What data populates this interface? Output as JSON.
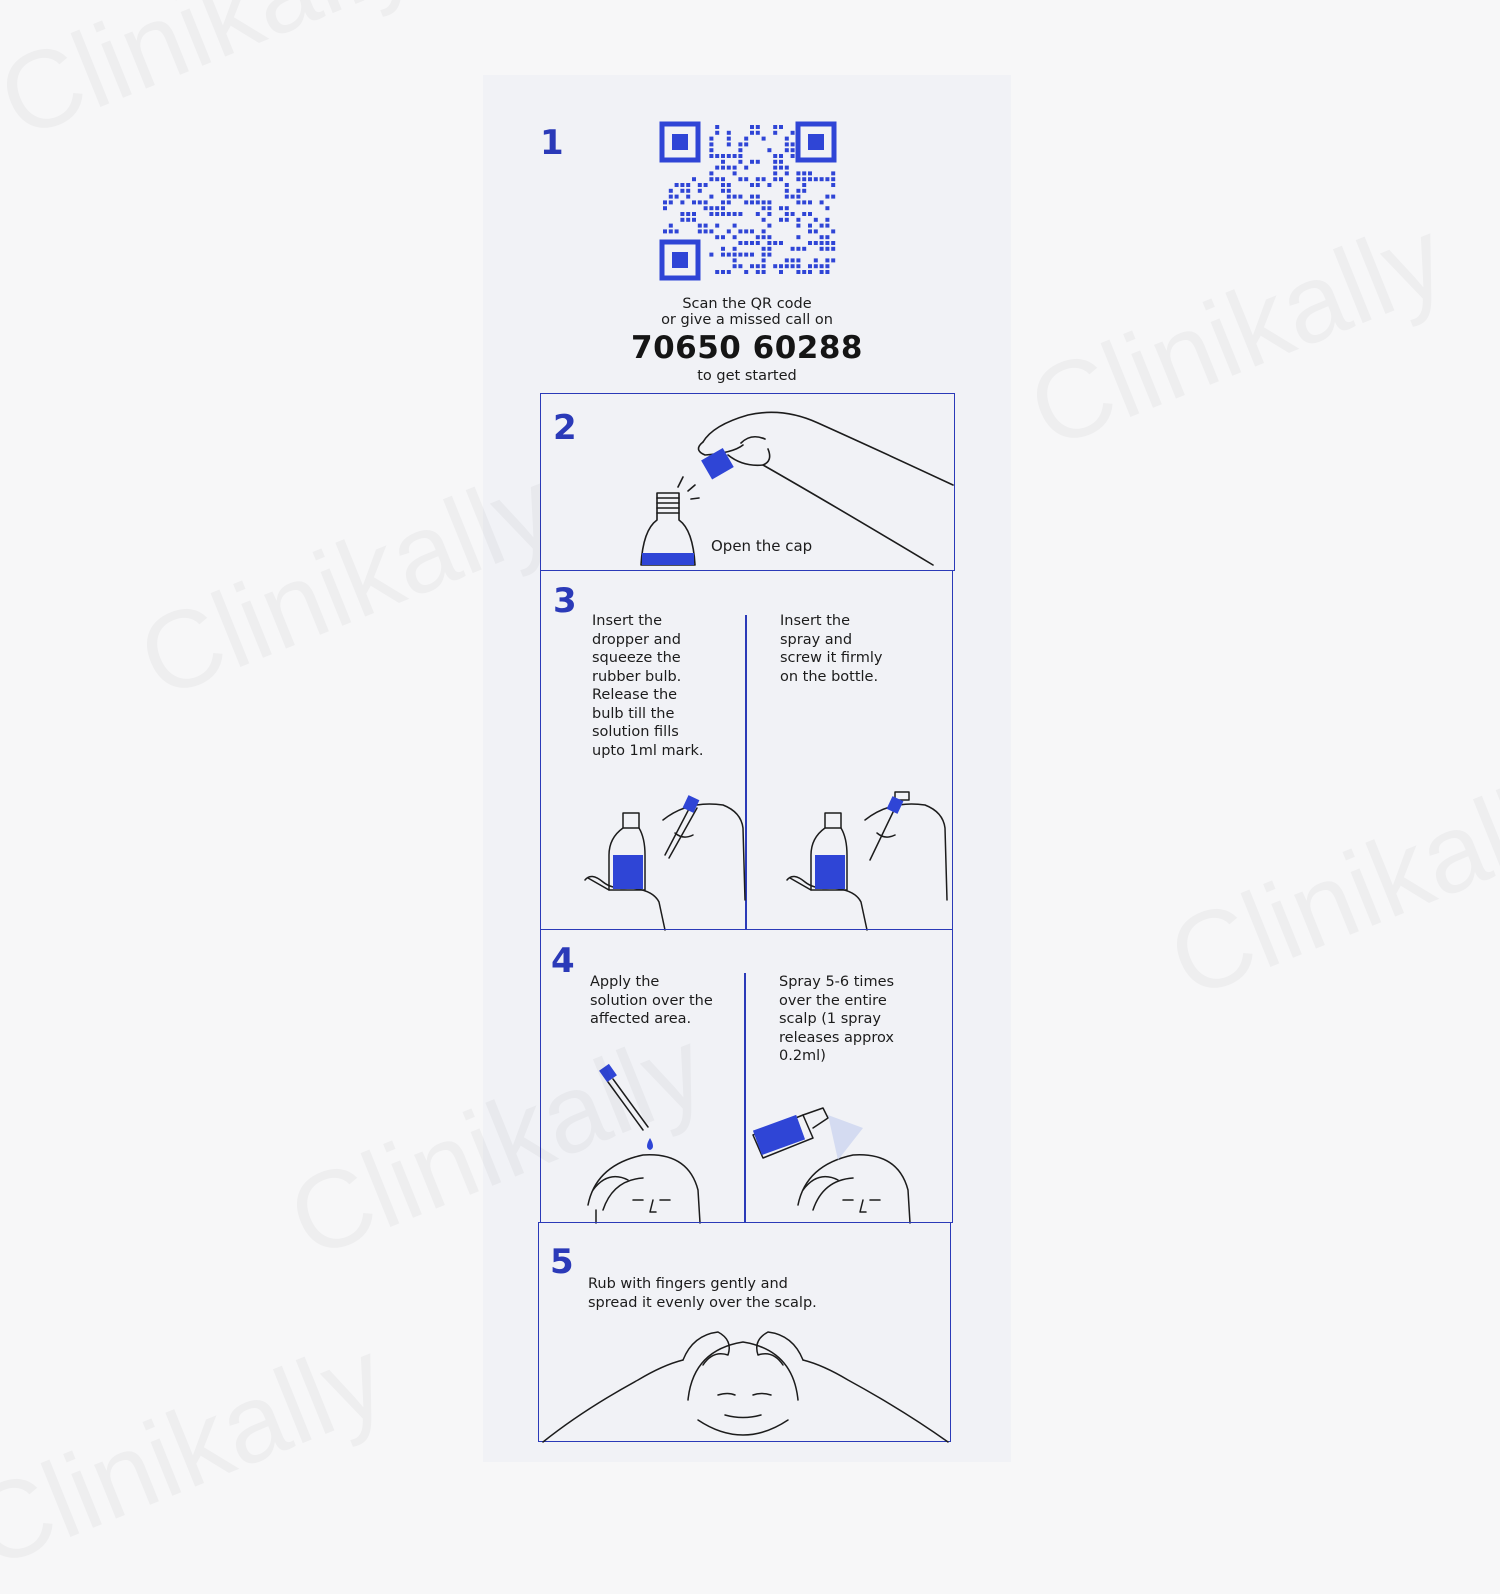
{
  "colors": {
    "accent": "#2b3ab8",
    "fill": "#2f45d6",
    "background": "#f7f7f8",
    "card": "#f1f2f6"
  },
  "watermark": "Clinikally",
  "step1": {
    "number": "1",
    "caption_line1": "Scan the QR code",
    "caption_line2": "or give a missed call on",
    "phone": "70650 60288",
    "caption_line3": "to get started",
    "icon": "qr-code-icon"
  },
  "step2": {
    "number": "2",
    "text": "Open the cap",
    "icon": "bottle-cap-hand-icon"
  },
  "step3": {
    "number": "3",
    "left_text": "Insert the\ndropper and\nsqueeze the\nrubber bulb.\nRelease the\nbulb till the\nsolution fills\nupto 1ml mark.",
    "right_text": "Insert the\nspray and\nscrew it firmly\non the bottle.",
    "left_icon": "dropper-bottle-icon",
    "right_icon": "spray-bottle-icon"
  },
  "step4": {
    "number": "4",
    "left_text": "Apply the\nsolution over the\naffected area.",
    "right_text": "Spray 5-6 times\nover the entire\nscalp (1 spray\nreleases approx\n0.2ml)",
    "left_icon": "dropper-head-icon",
    "right_icon": "spray-head-icon"
  },
  "step5": {
    "number": "5",
    "text": "Rub with fingers gently and\nspread it evenly over the scalp.",
    "icon": "scalp-massage-icon"
  }
}
